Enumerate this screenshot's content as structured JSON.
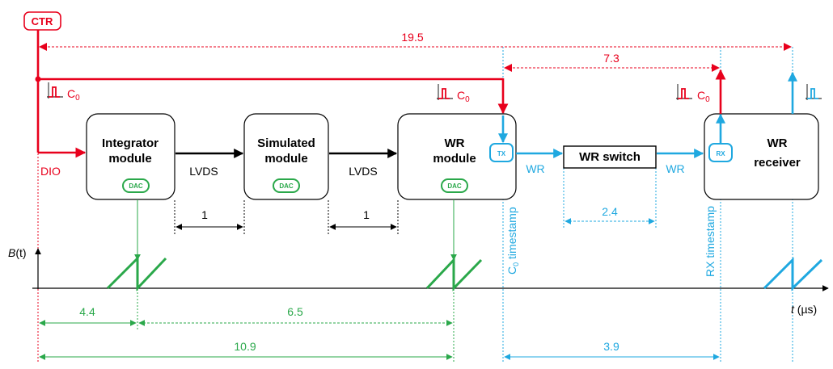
{
  "colors": {
    "red": "#e8001c",
    "blue": "#1fa8e0",
    "green": "#2aa84a",
    "black": "#000000"
  },
  "ctr_label": "CTR",
  "dio_label": "DIO",
  "c0_label": "C",
  "c0_sub": "0",
  "modules": {
    "integrator": [
      "Integrator",
      "module"
    ],
    "simulated": [
      "Simulated",
      "module"
    ],
    "wr_module": [
      "WR",
      "module"
    ],
    "wr_switch": "WR switch",
    "wr_receiver": [
      "WR",
      "receiver"
    ]
  },
  "chips": {
    "dac": "DAC",
    "tx": "TX",
    "rx": "RX"
  },
  "links": {
    "lvds": "LVDS",
    "wr": "WR"
  },
  "timings": {
    "total": "19.5",
    "c0_to_rx": "7.3",
    "int_to_sim": "1",
    "sim_to_wr": "1",
    "wr_switch": "2.4",
    "dio_to_dac1": "4.4",
    "dac1_to_dac2": "6.5",
    "dio_to_dac2": "10.9",
    "tx_to_rx": "3.9"
  },
  "timestamps": {
    "c0_prefix": "C",
    "c0_sub": "0",
    "c0_rest": " timestamp",
    "rx": "RX timestamp"
  },
  "axis": {
    "y_main": "B",
    "y_arg": "(t)",
    "x_main": "t",
    "x_unit": " (µs)"
  }
}
